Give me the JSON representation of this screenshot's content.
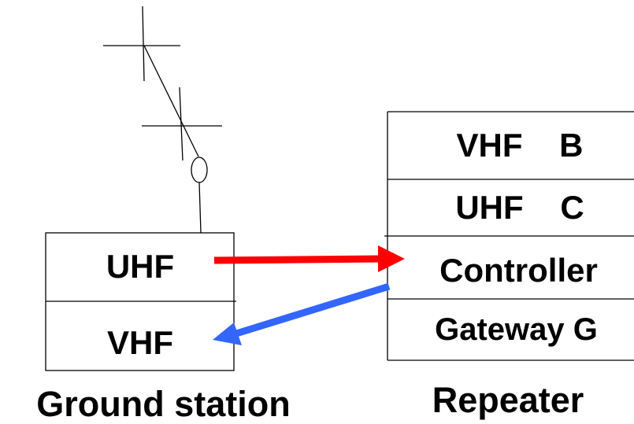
{
  "ground_station": {
    "title": "Ground station",
    "units": [
      "UHF",
      "VHF"
    ]
  },
  "repeater": {
    "title": "Repeater",
    "units": [
      "VHF    B",
      "UHF    C",
      "Controller",
      "Gateway G"
    ]
  },
  "arrows": {
    "uplink_color": "#ff0000",
    "downlink_color": "#3366ff"
  }
}
